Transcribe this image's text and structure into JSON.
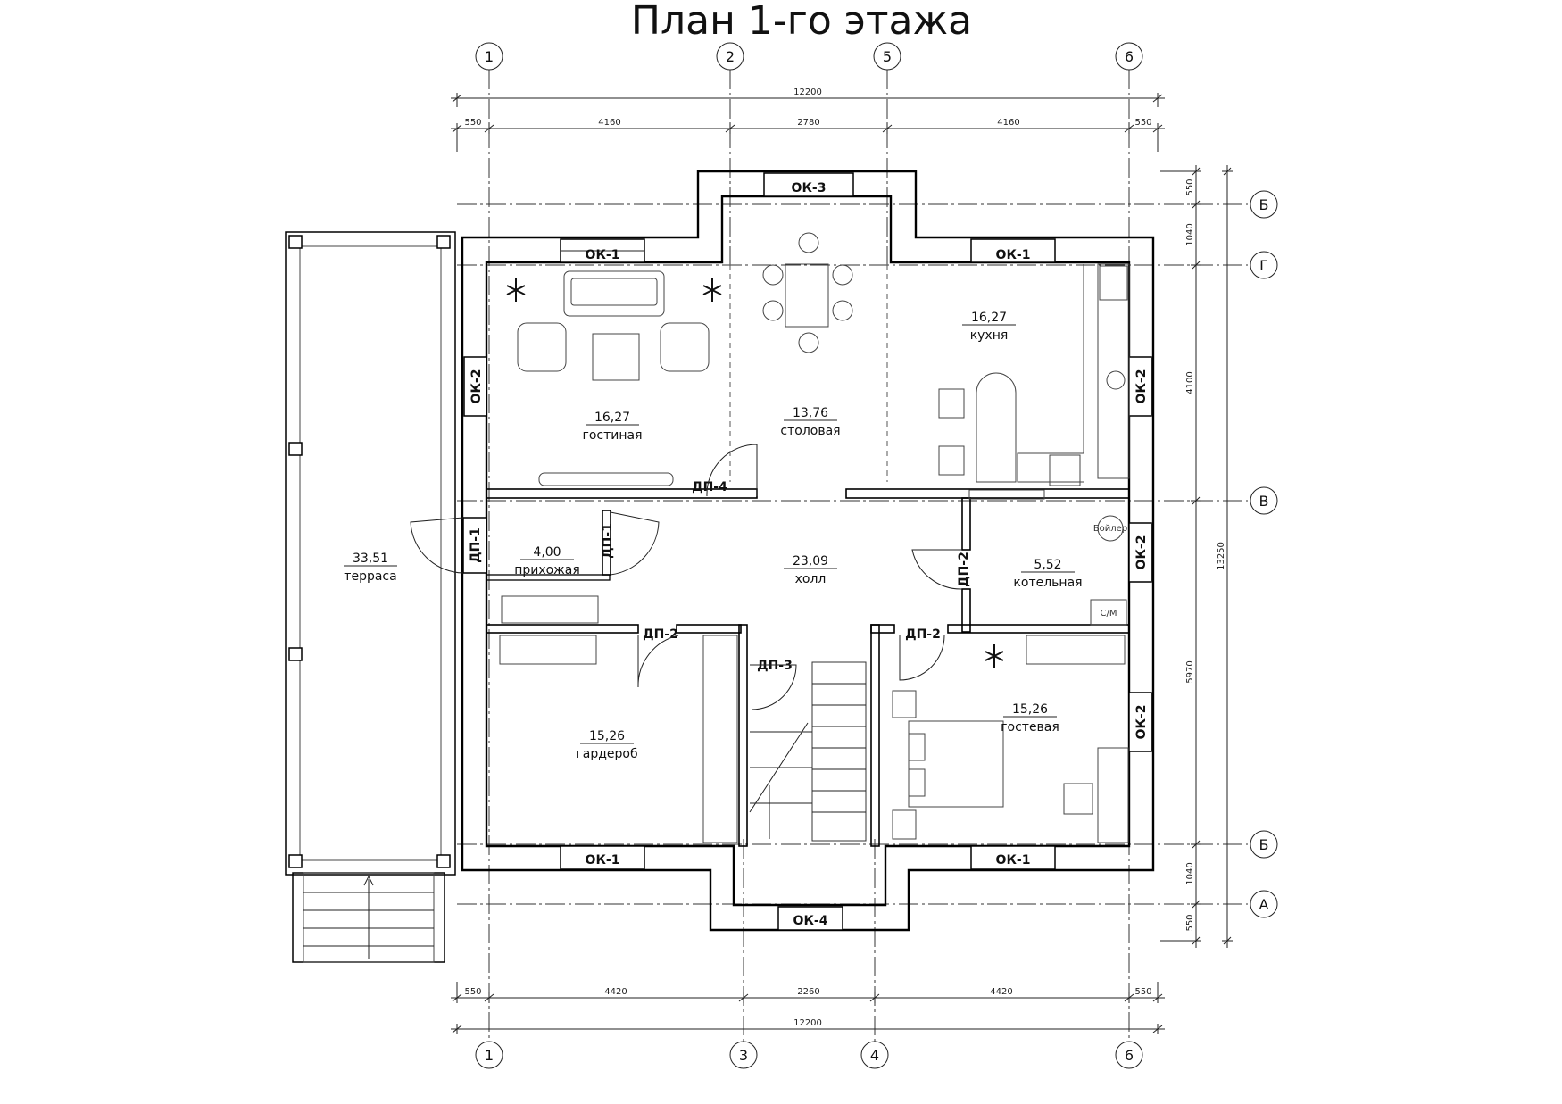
{
  "title": "План 1-го этажа",
  "axes": {
    "top": [
      "1",
      "2",
      "5",
      "6"
    ],
    "bottom": [
      "1",
      "3",
      "4",
      "6"
    ],
    "right": [
      "Б",
      "Г",
      "В",
      "Б",
      "А"
    ]
  },
  "dimensions": {
    "top_total": "12200",
    "top_segments": [
      "550",
      "4160",
      "2780",
      "4160",
      "550"
    ],
    "bottom_segments": [
      "550",
      "4420",
      "2260",
      "4420",
      "550"
    ],
    "bottom_total": "12200",
    "right_segments": [
      "550",
      "1040",
      "4100",
      "5970",
      "1040",
      "550"
    ],
    "right_total": "13250"
  },
  "rooms": [
    {
      "area": "16,27",
      "name": "гостиная"
    },
    {
      "area": "13,76",
      "name": "столовая"
    },
    {
      "area": "16,27",
      "name": "кухня"
    },
    {
      "area": "33,51",
      "name": "терраса"
    },
    {
      "area": "4,00",
      "name": "прихожая"
    },
    {
      "area": "23,09",
      "name": "холл"
    },
    {
      "area": "5,52",
      "name": "котельная"
    },
    {
      "area": "15,26",
      "name": "гардероб"
    },
    {
      "area": "15,26",
      "name": "гостевая"
    }
  ],
  "openings": {
    "ok1": "ОК-1",
    "ok2": "ОК-2",
    "ok3": "ОК-3",
    "ok4": "ОК-4",
    "dp1": "ДП-1",
    "dp2": "ДП-2",
    "dp3": "ДП-3",
    "dp4": "ДП-4"
  },
  "equipment": {
    "boiler": "Бойлер",
    "washer": "С/М"
  }
}
